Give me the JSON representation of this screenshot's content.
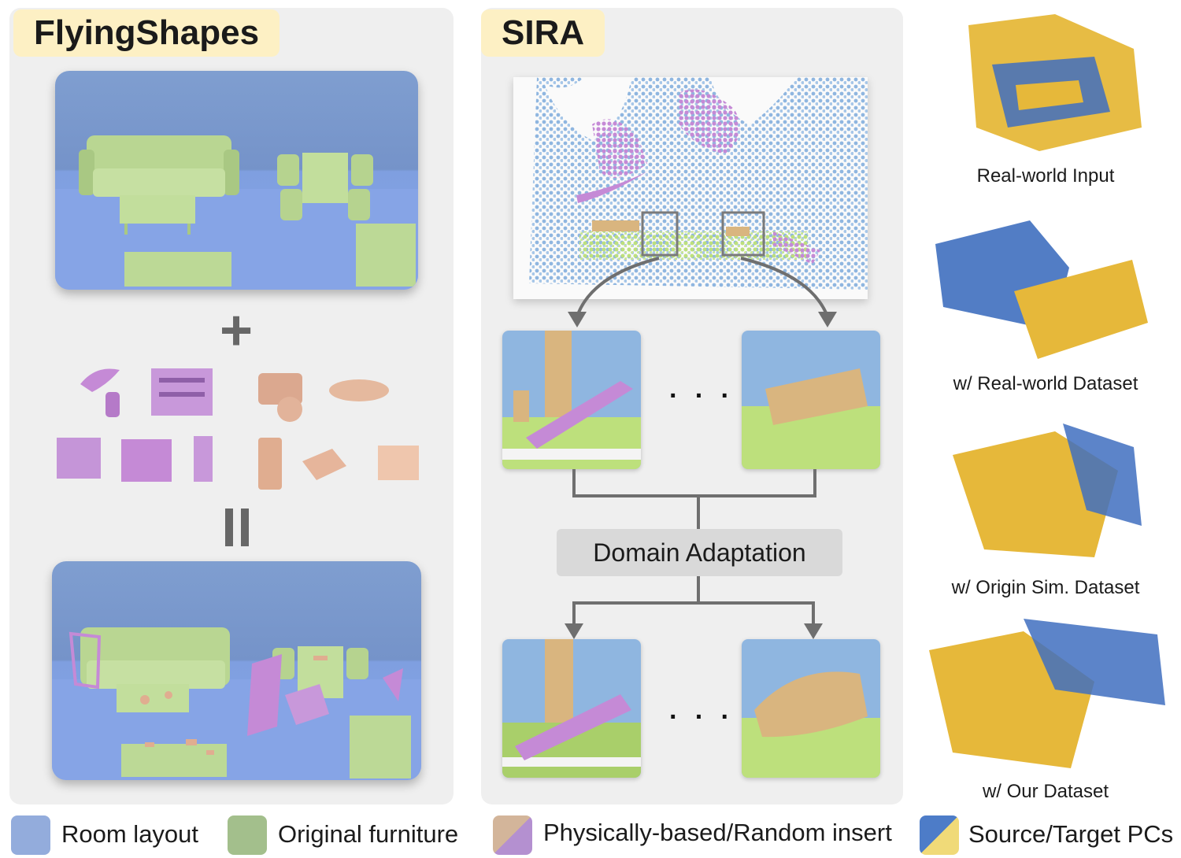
{
  "left_panel": {
    "title": "FlyingShapes",
    "plus": "+",
    "equals": "="
  },
  "middle_panel": {
    "title": "SIRA",
    "ellipsis_top": "· · ·",
    "ellipsis_bottom": "· · ·",
    "domain_adaptation": "Domain Adaptation"
  },
  "right_panel": {
    "captions": [
      "Real-world Input",
      "w/ Real-world Dataset",
      "w/ Origin Sim. Dataset",
      "w/ Our Dataset"
    ]
  },
  "legend": [
    {
      "label": "Room layout",
      "color": "#93acdc"
    },
    {
      "label": "Original furniture",
      "color": "#a3bf8c"
    },
    {
      "label": "Physically-based/Random insert",
      "colors": [
        "#d3b59a",
        "#b490d0"
      ]
    },
    {
      "label": "Source/Target PCs",
      "colors": [
        "#4d7cc8",
        "#f0da78"
      ]
    }
  ],
  "colors": {
    "room": "#7d9cd6",
    "furniture": "#b8d590",
    "insert_purple": "#c58ad6",
    "insert_tan": "#e0ad90",
    "cloud_blue": "#8fb6e0",
    "cloud_green": "#bde07c",
    "cloud_tan": "#d9b57f",
    "source_blue": "#3f6fbf",
    "target_yellow": "#e6b83a"
  }
}
